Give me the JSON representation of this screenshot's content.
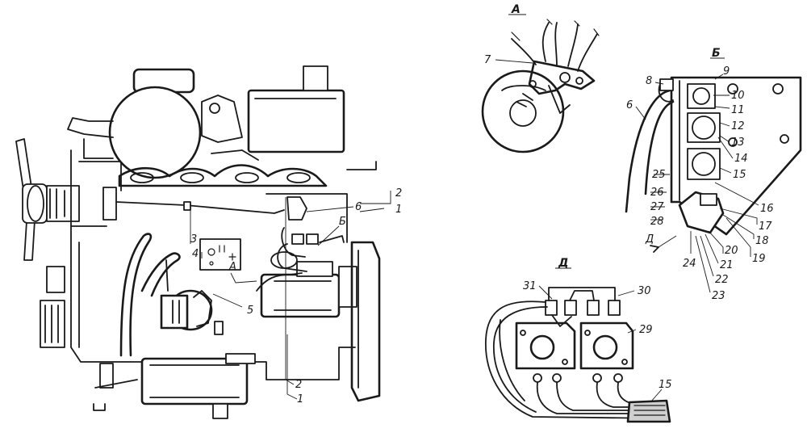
{
  "labels": {
    "view_a": "А",
    "view_b": "Б",
    "view_d": "Д",
    "n1": "1",
    "n2": "2",
    "n3": "3",
    "n4": "4",
    "n5": "5",
    "n6": "6",
    "n7": "7",
    "n8": "8",
    "n9": "9",
    "n10": "10",
    "n11": "11",
    "n12": "12",
    "n13": "13",
    "n14": "14",
    "n15": "15",
    "n16": "16",
    "n17": "17",
    "n18": "18",
    "n19": "19",
    "n20": "20",
    "n21": "21",
    "n22": "22",
    "n23": "23",
    "n24": "24",
    "n25": "25",
    "n26": "26",
    "n27": "27",
    "n28": "28",
    "n29": "29",
    "n30": "30",
    "n31": "31"
  }
}
